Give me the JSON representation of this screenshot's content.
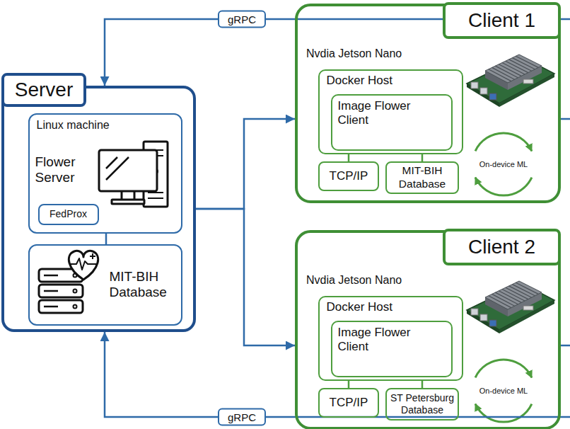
{
  "diagram": {
    "nodes": [
      {
        "text": [
          "Server"
        ]
      },
      {
        "text": [
          "Linux machine",
          "Flower Server"
        ],
        "in": 0
      },
      {
        "text": [
          "FedProx"
        ],
        "in": 1
      },
      {
        "text": [
          "MIT-BIH Database"
        ],
        "in": 0
      },
      {
        "text": [
          "Client 1",
          "Nvdia Jetson Nano"
        ]
      },
      {
        "text": [
          "Docker Host"
        ],
        "in": 4
      },
      {
        "text": [
          "Image Flower Client"
        ],
        "in": 5
      },
      {
        "text": [
          "TCP/IP"
        ],
        "in": 4
      },
      {
        "text": [
          "MIT-BIH Database"
        ],
        "in": 4
      },
      {
        "text": [
          "Client 2",
          "Nvdia Jetson Nano"
        ]
      },
      {
        "text": [
          "Docker Host"
        ],
        "in": 9
      },
      {
        "text": [
          "Image Flower Client"
        ],
        "in": 10
      },
      {
        "text": [
          "TCP/IP"
        ],
        "in": 9
      },
      {
        "text": [
          "ST Petersburg Database"
        ],
        "in": 9
      }
    ],
    "edges": [
      {
        "from": 4,
        "to": 0,
        "arrow": "to",
        "label": "gRPC"
      },
      {
        "from": 0,
        "to": 4,
        "arrow": "to"
      },
      {
        "from": 0,
        "to": 9,
        "arrow": "to"
      },
      {
        "from": 9,
        "to": 0,
        "arrow": "to",
        "label": "gRPC"
      },
      {
        "from": 1,
        "to": 3,
        "arrow": "none"
      },
      {
        "from": 5,
        "to": 7,
        "arrow": "none"
      },
      {
        "from": 5,
        "to": 8,
        "arrow": "none"
      },
      {
        "from": 10,
        "to": 12,
        "arrow": "none"
      },
      {
        "from": 10,
        "to": 13,
        "arrow": "none"
      }
    ],
    "labels": [
      "On-device ML",
      "On-device ML"
    ]
  }
}
